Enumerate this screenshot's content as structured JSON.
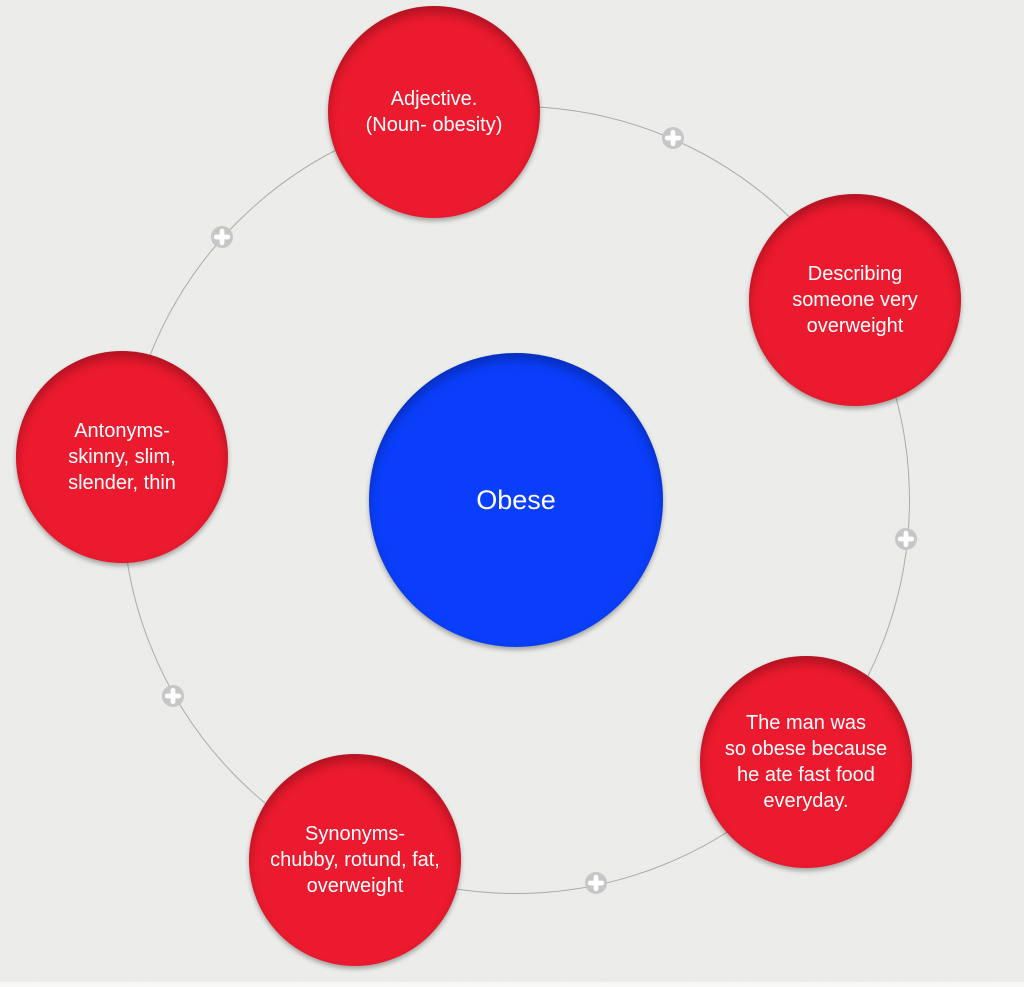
{
  "canvas": {
    "background_color": "#ededeb",
    "ring_color": "#ababab",
    "bottom_edge_color": "#f8f8f6"
  },
  "center_node": {
    "label": "Obese",
    "fill_color": "#0a3efa",
    "text_color": "#ffffff"
  },
  "satellite_nodes": [
    {
      "id": "word-type",
      "label": "Adjective.\n(Noun- obesity)",
      "fill_color": "#ec1a2e"
    },
    {
      "id": "definition",
      "label": "Describing\nsomeone very\noverweight",
      "fill_color": "#ec1a2e"
    },
    {
      "id": "antonyms",
      "label": "Antonyms-\nskinny, slim,\nslender, thin",
      "fill_color": "#ec1a2e"
    },
    {
      "id": "sentence",
      "label": "The man was\nso obese because\nhe ate fast food\neveryday.",
      "fill_color": "#ec1a2e"
    },
    {
      "id": "synonyms",
      "label": "Synonyms-\nchubby, rotund, fat,\noverweight",
      "fill_color": "#ec1a2e"
    }
  ],
  "add_button": {
    "icon": "plus",
    "glyph": "+",
    "count": 5,
    "circle_color": "#c6c6c6",
    "cross_color": "#ffffff"
  }
}
